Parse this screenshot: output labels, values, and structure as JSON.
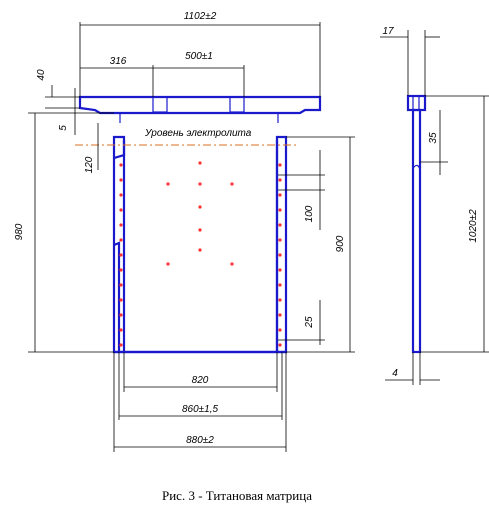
{
  "dimensions": {
    "total_width": "1102±2",
    "offset_316": "316",
    "hook_spacing": "500±1",
    "top_40": "40",
    "top_5": "5",
    "height_980": "980",
    "height_120": "120",
    "height_100": "100",
    "height_900": "900",
    "height_25": "25",
    "width_820": "820",
    "width_860": "860±1,5",
    "width_880": "880±2",
    "side_17": "17",
    "side_35": "35",
    "side_1020": "1020±2",
    "side_4": "4"
  },
  "labels": {
    "electrolyte_level": "Уровень электролита"
  },
  "caption": "Рис. 3 - Титановая матрица",
  "colors": {
    "outline": "#1a1acc",
    "axis": "#e07020",
    "holes": "#ff3030"
  }
}
